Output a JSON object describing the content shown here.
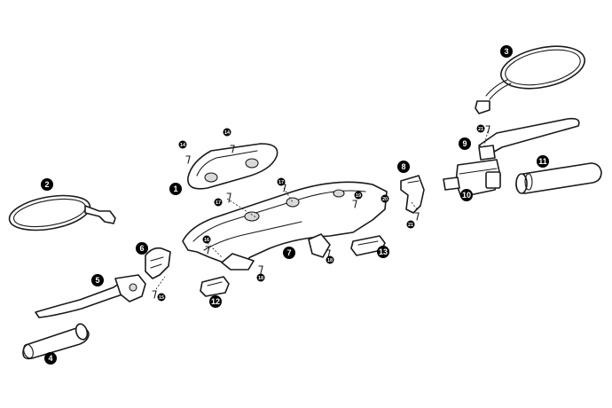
{
  "callouts": [
    {
      "label": "1",
      "size": "big"
    },
    {
      "label": "2",
      "size": "big"
    },
    {
      "label": "3",
      "size": "big"
    },
    {
      "label": "4",
      "size": "big"
    },
    {
      "label": "5",
      "size": "big"
    },
    {
      "label": "6",
      "size": "big"
    },
    {
      "label": "7",
      "size": "big"
    },
    {
      "label": "8",
      "size": "big"
    },
    {
      "label": "9",
      "size": "big"
    },
    {
      "label": "10",
      "size": "big"
    },
    {
      "label": "11",
      "size": "big"
    },
    {
      "label": "12",
      "size": "big"
    },
    {
      "label": "13",
      "size": "big"
    },
    {
      "label": "14",
      "size": "small"
    },
    {
      "label": "14",
      "size": "small"
    },
    {
      "label": "17",
      "size": "small"
    },
    {
      "label": "17",
      "size": "small"
    },
    {
      "label": "15",
      "size": "small"
    },
    {
      "label": "16",
      "size": "small"
    },
    {
      "label": "18",
      "size": "small"
    },
    {
      "label": "18",
      "size": "small"
    },
    {
      "label": "19",
      "size": "small"
    },
    {
      "label": "20",
      "size": "small"
    },
    {
      "label": "21",
      "size": "small"
    },
    {
      "label": "21",
      "size": "small"
    }
  ],
  "colors": {
    "line": "#1a1a1a",
    "badge": "#000000",
    "badge_text": "#ffffff",
    "background": "#ffffff"
  }
}
